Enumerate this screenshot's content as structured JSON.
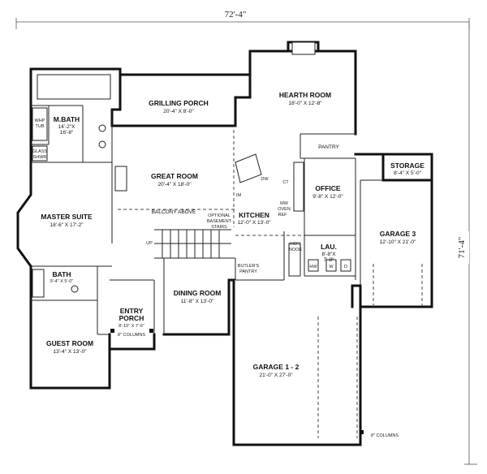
{
  "overall": {
    "width": "72'-4\"",
    "depth": "71'-4\""
  },
  "rooms": {
    "hearth_room": {
      "name": "HEARTH ROOM",
      "size": "18'-0\" X 12'-8\""
    },
    "grilling_porch": {
      "name": "GRILLING PORCH",
      "size": "20'-4\" X 8'-0\""
    },
    "m_bath": {
      "name": "M.BATH",
      "size1": "14'-2\"X",
      "size2": "16'-8\""
    },
    "whp_tub": {
      "line1": "WHP",
      "line2": "TUB"
    },
    "glass_shwr": {
      "line1": "GLASS",
      "line2": "SHWR"
    },
    "great_room": {
      "name": "GREAT ROOM",
      "size": "20'-4\" X 18'-0\""
    },
    "balcony": {
      "text": "BALCONY ABOVE"
    },
    "master_suite": {
      "name": "MASTER SUITE",
      "size": "18'-6\" X 17'-2\""
    },
    "kitchen": {
      "name": "KITCHEN",
      "size": "12'-0\" X 13'-0\""
    },
    "optional_stairs": {
      "line1": "OPTIONAL",
      "line2": "BASEMENT",
      "line3": "STAIRS"
    },
    "office": {
      "name": "OFFICE",
      "size": "9'-8\" X 12'-0\""
    },
    "pantry": {
      "name": "PANTRY"
    },
    "storage": {
      "name": "STORAGE",
      "size": "8'-4\" X 5'-0\""
    },
    "garage3": {
      "name": "GARAGE 3",
      "size": "12'-10\" X 21'-0\""
    },
    "lau": {
      "name": "LAU.",
      "size": "8'-8\"X",
      "size2": "7'-8\""
    },
    "kids_nook": {
      "line1": "KID'S",
      "line2": "NOOK"
    },
    "bath": {
      "name": "BATH",
      "size": "9'-4\" X 5'-0\""
    },
    "guest_room": {
      "name": "GUEST ROOM",
      "size": "13'-4\" X 13'-0\""
    },
    "entry_porch": {
      "name1": "ENTRY",
      "name2": "PORCH",
      "size": "8'-10\" X 7'-6\""
    },
    "dining_room": {
      "name": "DINING ROOM",
      "size": "11'-8\" X 13'-0\""
    },
    "butlers_pantry": {
      "line1": "BUTLER'S",
      "line2": "PANTRY"
    },
    "garage12": {
      "name": "GARAGE 1 - 2",
      "size": "21'-0\" X 27'-0\""
    }
  },
  "fixtures": {
    "dw": "DW",
    "ct": "CT",
    "mw": "MW",
    "oven": "OVEN",
    "ref": "REF",
    "im": "IM",
    "up": "UP",
    "hw": "HW",
    "w": "W",
    "d": "D"
  },
  "notes": {
    "columns_entry": "8\" COLUMNS",
    "columns_garage": "8\" COLUMNS"
  }
}
